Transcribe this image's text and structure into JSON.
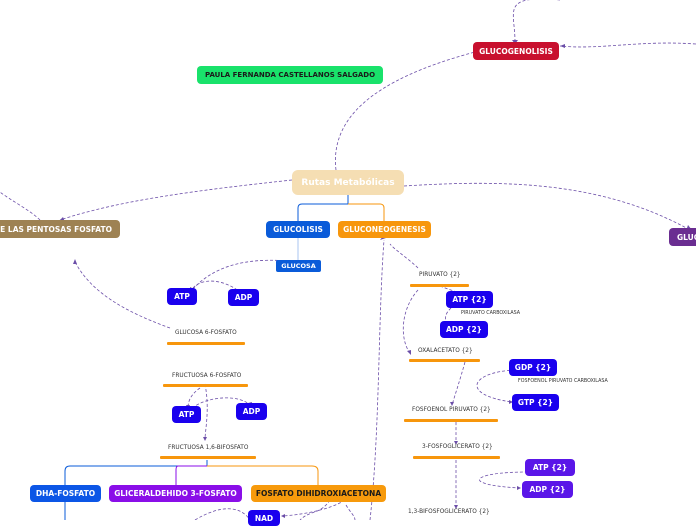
{
  "title": "Rutas Metabólicas",
  "author": "PAULA FERNANDA CASTELLANOS SALGADO",
  "branches": {
    "glucogenolisis": "GLUCOGENOLISIS",
    "pentosas": "DE LAS PENTOSAS FOSFATO",
    "glucolisis": "GLUCOLISIS",
    "gluconeogenesis": "GLUCONEOGENESIS",
    "right_cut": "GLUC"
  },
  "glucolisis": {
    "glucosa": "GLUCOSA",
    "atp1": "ATP",
    "adp1": "ADP",
    "g6p": "GLUCOSA 6-FOSFATO",
    "f6p": "FRUCTUOSA 6-FOSFATO",
    "atp2": "ATP",
    "adp2": "ADP",
    "f16bp": "FRUCTUOSA 1,6-BIFOSFATO",
    "dha": "DHA-FOSFATO",
    "g3p": "GLICERALDEHIDO 3-FOSFATO",
    "dhap": "FOSFATO DIHIDROXIACETONA",
    "nad": "NAD"
  },
  "gluconeogenesis": {
    "piruvato": "PIRUVATO {2}",
    "atp": "ATP {2}",
    "pc": "PIRUVATO CARBOXILASA",
    "adp": "ADP {2}",
    "oxal": "OXALACETATO {2}",
    "gdp": "GDP {2}",
    "pepck": "FOSFOENOL PIRUVATO CARBOXILASA",
    "gtp": "GTP {2}",
    "pep": "FOSFOENOL PIRUVATO {2}",
    "pg3": "3-FOSFOGLICERATO {2}",
    "atp2": "ATP {2}",
    "adp2": "ADP {2}",
    "bpg": "1,3-BIFOSFOGLICERATO {2}"
  },
  "colors": {
    "root": "#f5deb3",
    "author": "#19e26b",
    "glucogenolisis": "#c8102e",
    "pentosas": "#9e8253",
    "glucolisis": "#0a5bd9",
    "gluconeogenesis": "#f7960c",
    "right_branch": "#6a2d91",
    "blue_node": "#1a00ee",
    "violet_node": "#5a16e8",
    "dha": "#0c56e6",
    "g3p": "#8a0ee8",
    "dhap": "#f79a0c",
    "orange_line": "#f7960c",
    "dashed": "#6b4ea8"
  }
}
